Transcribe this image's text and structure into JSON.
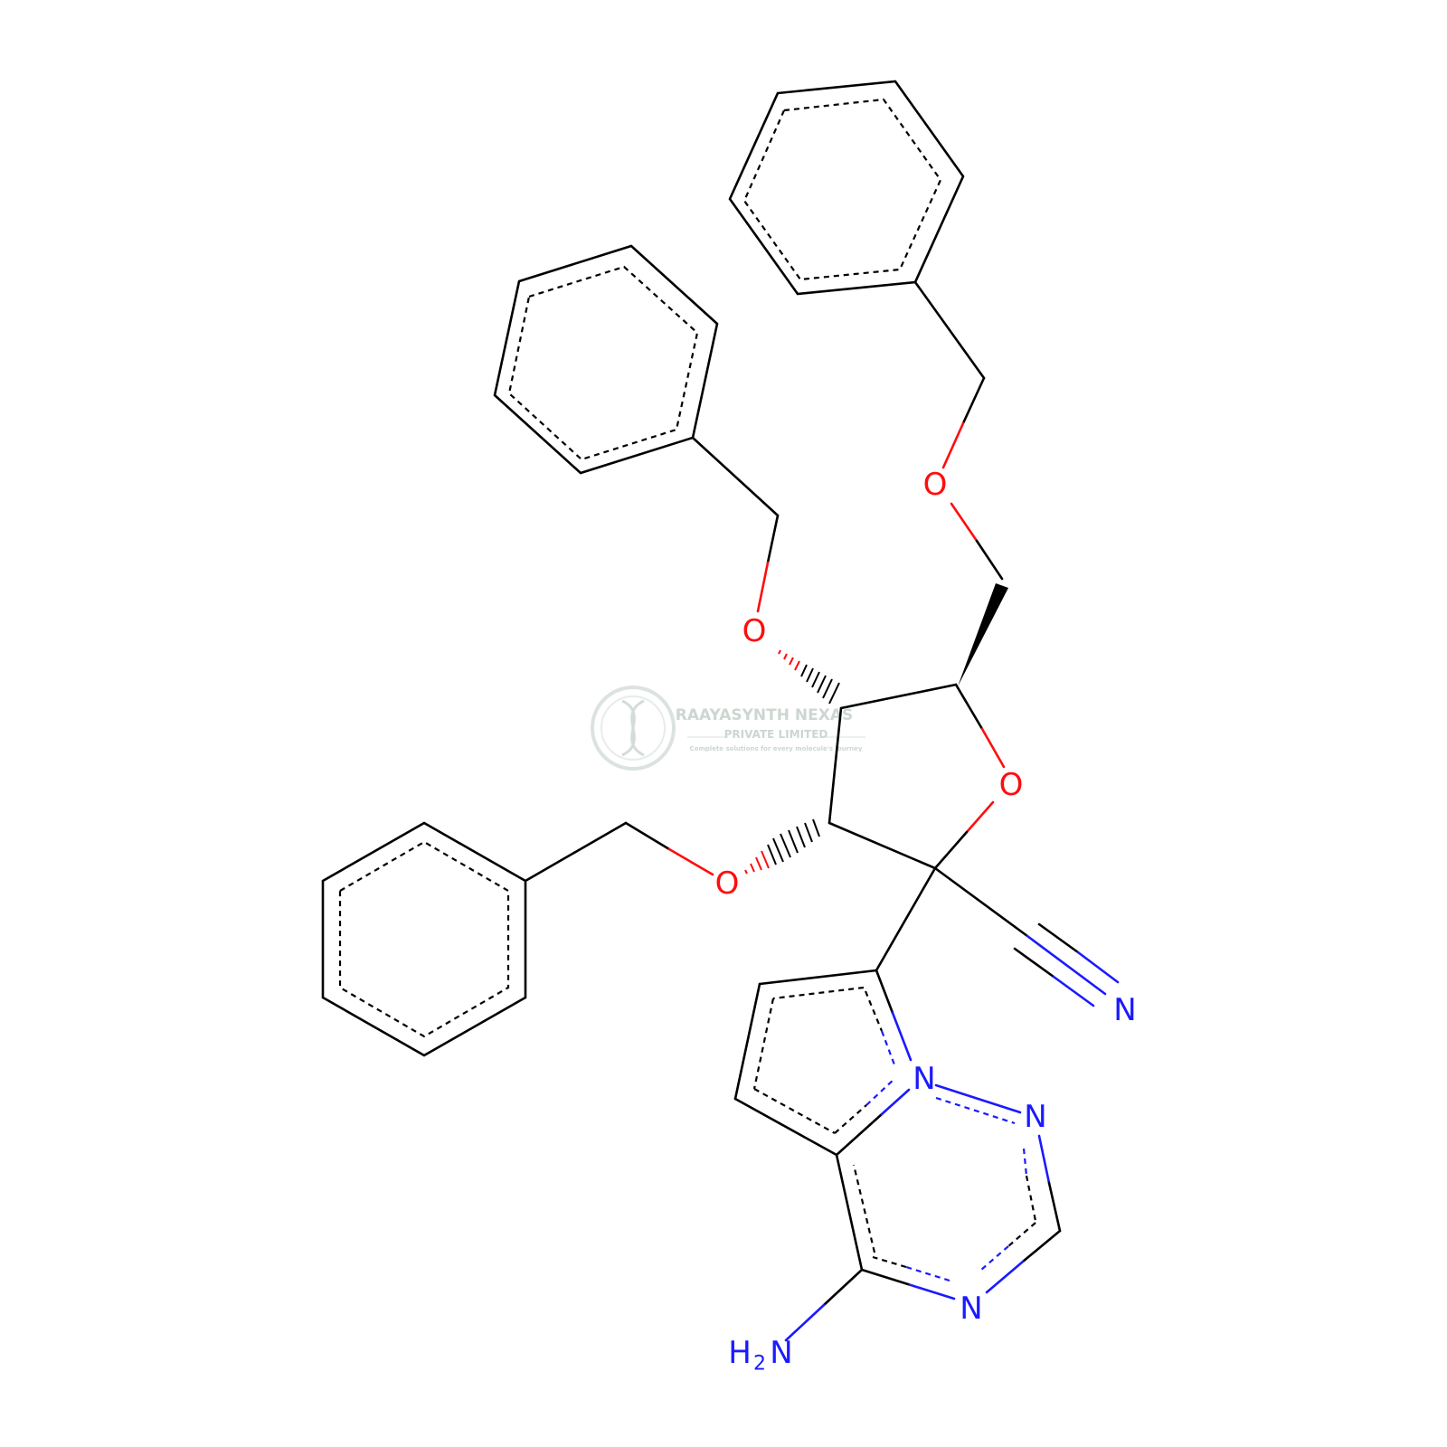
{
  "atoms": {
    "o_ring": "O",
    "o_top": "O",
    "o_mid": "O",
    "o_low": "O",
    "n_nitrile": "N",
    "n_bridge": "N",
    "n_right": "N",
    "n_bottom": "N",
    "nh2": {
      "h": "H",
      "sub": "2",
      "n": "N"
    }
  },
  "watermark": {
    "company": "RAAYASYNTH NEXAS",
    "sub": "PRIVATE LIMITED",
    "tagline": "Complete solutions for every molecule's journey"
  },
  "colors": {
    "oxygen": "#ff0d0d",
    "nitrogen": "#1a1aff",
    "bond": "#000000",
    "watermark": "#c8d2cc"
  }
}
